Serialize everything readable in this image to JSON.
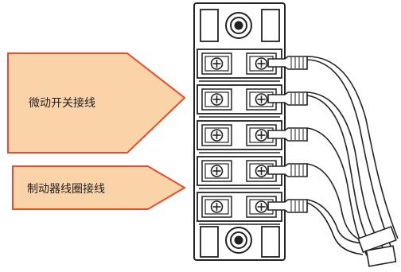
{
  "callouts": {
    "micro_switch_label": "微动开关接线",
    "brake_coil_label": "制动器线圈接线"
  },
  "colors": {
    "callout_fill": "#fbd3a9",
    "callout_stroke": "#e74c2f",
    "terminal_fill": "#ffffff",
    "line": "#222222"
  },
  "terminal_block": {
    "rows": 5,
    "columns": 2,
    "icons": [
      "mounting-screw-icon",
      "terminal-screw-icon",
      "wire-connector-icon"
    ]
  }
}
